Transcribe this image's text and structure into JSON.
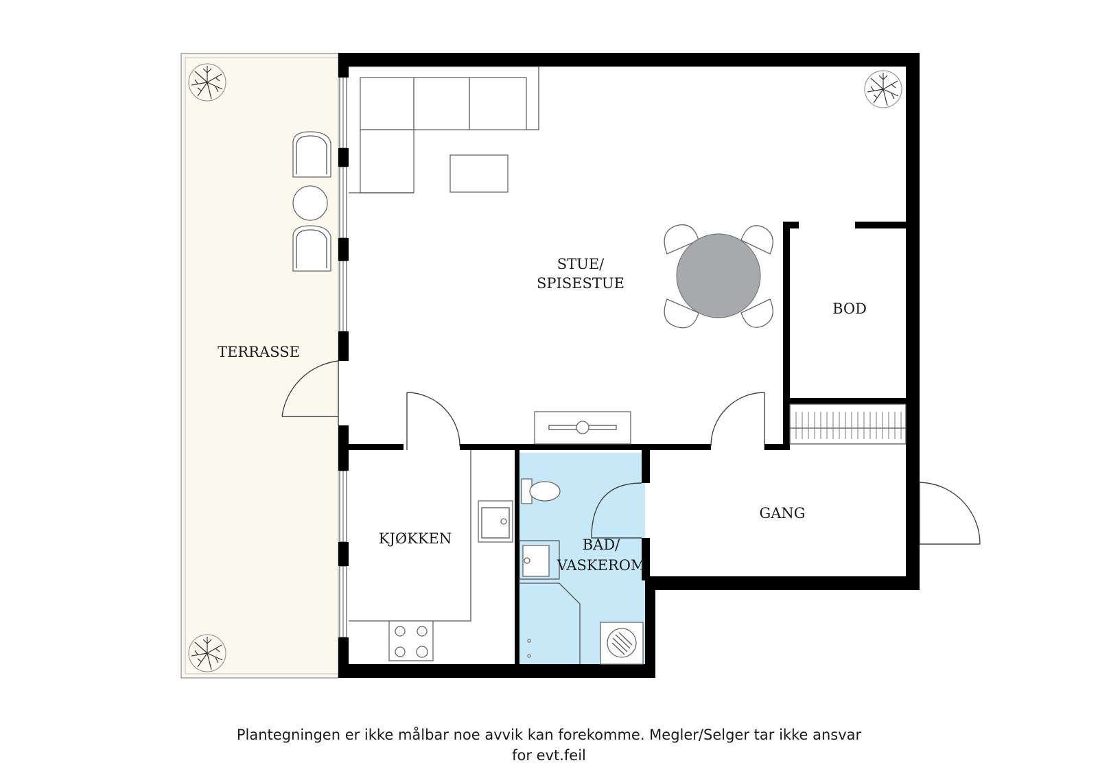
{
  "rooms": {
    "terrasse": "TERRASSE",
    "stue_line1": "STUE/",
    "stue_line2": "SPISESTUE",
    "bod": "BOD",
    "gang": "GANG",
    "kjokken": "KJØKKEN",
    "bad_line1": "BAD/",
    "bad_line2": "VASKEROM"
  },
  "disclaimer": {
    "line1": "Plantegningen er ikke målbar noe avvik kan forekomme. Megler/Selger tar ikke ansvar",
    "line2": "for evt.feil"
  },
  "colors": {
    "terrace_fill": "#fbf8ee",
    "bathroom_fill": "#c7e8f7",
    "wall": "#000000",
    "table_fill": "#a7a9ac"
  }
}
